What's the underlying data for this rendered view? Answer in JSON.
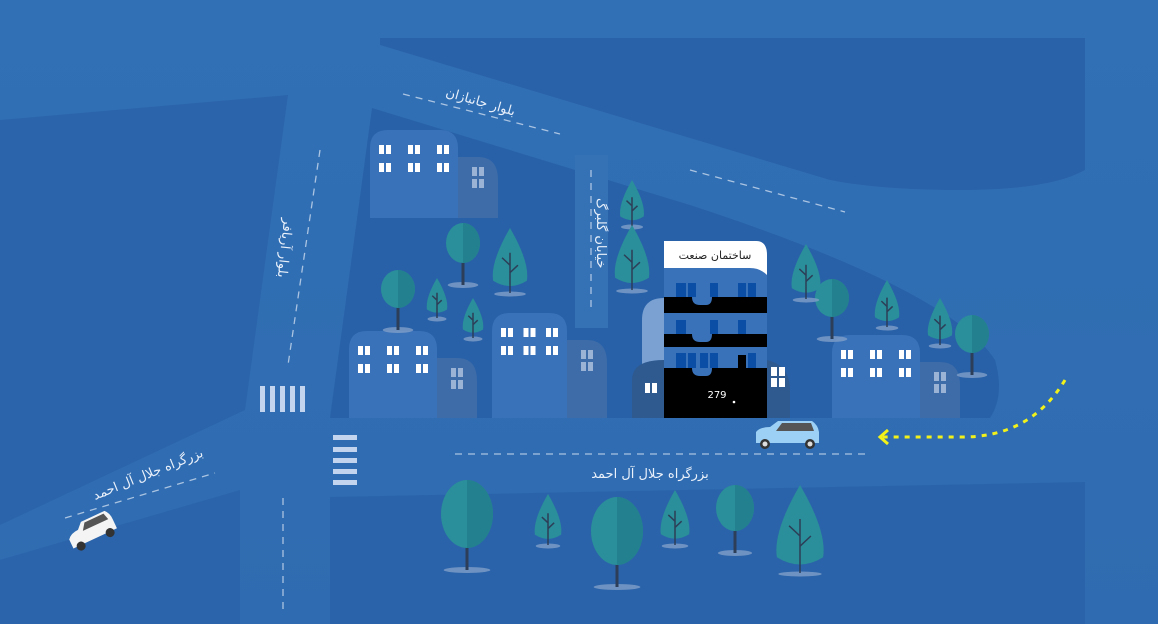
{
  "map": {
    "streets": {
      "janbazan": "بلوار جانبازان",
      "aryafar": "بلوار آریافر",
      "golbarg": "خیابان گلبرگ",
      "highway_main": "بزرگراه جلال آل احمد",
      "highway_left": "بزرگراه جلال آل احمد"
    },
    "target_building": {
      "name": "ساختمان صنعت",
      "number": "279"
    },
    "colors": {
      "background": "#2f6cb2",
      "road": "#3471b5",
      "block": "#2860a8",
      "route": "#f2f21a",
      "tree": "#2a8f9a"
    }
  }
}
